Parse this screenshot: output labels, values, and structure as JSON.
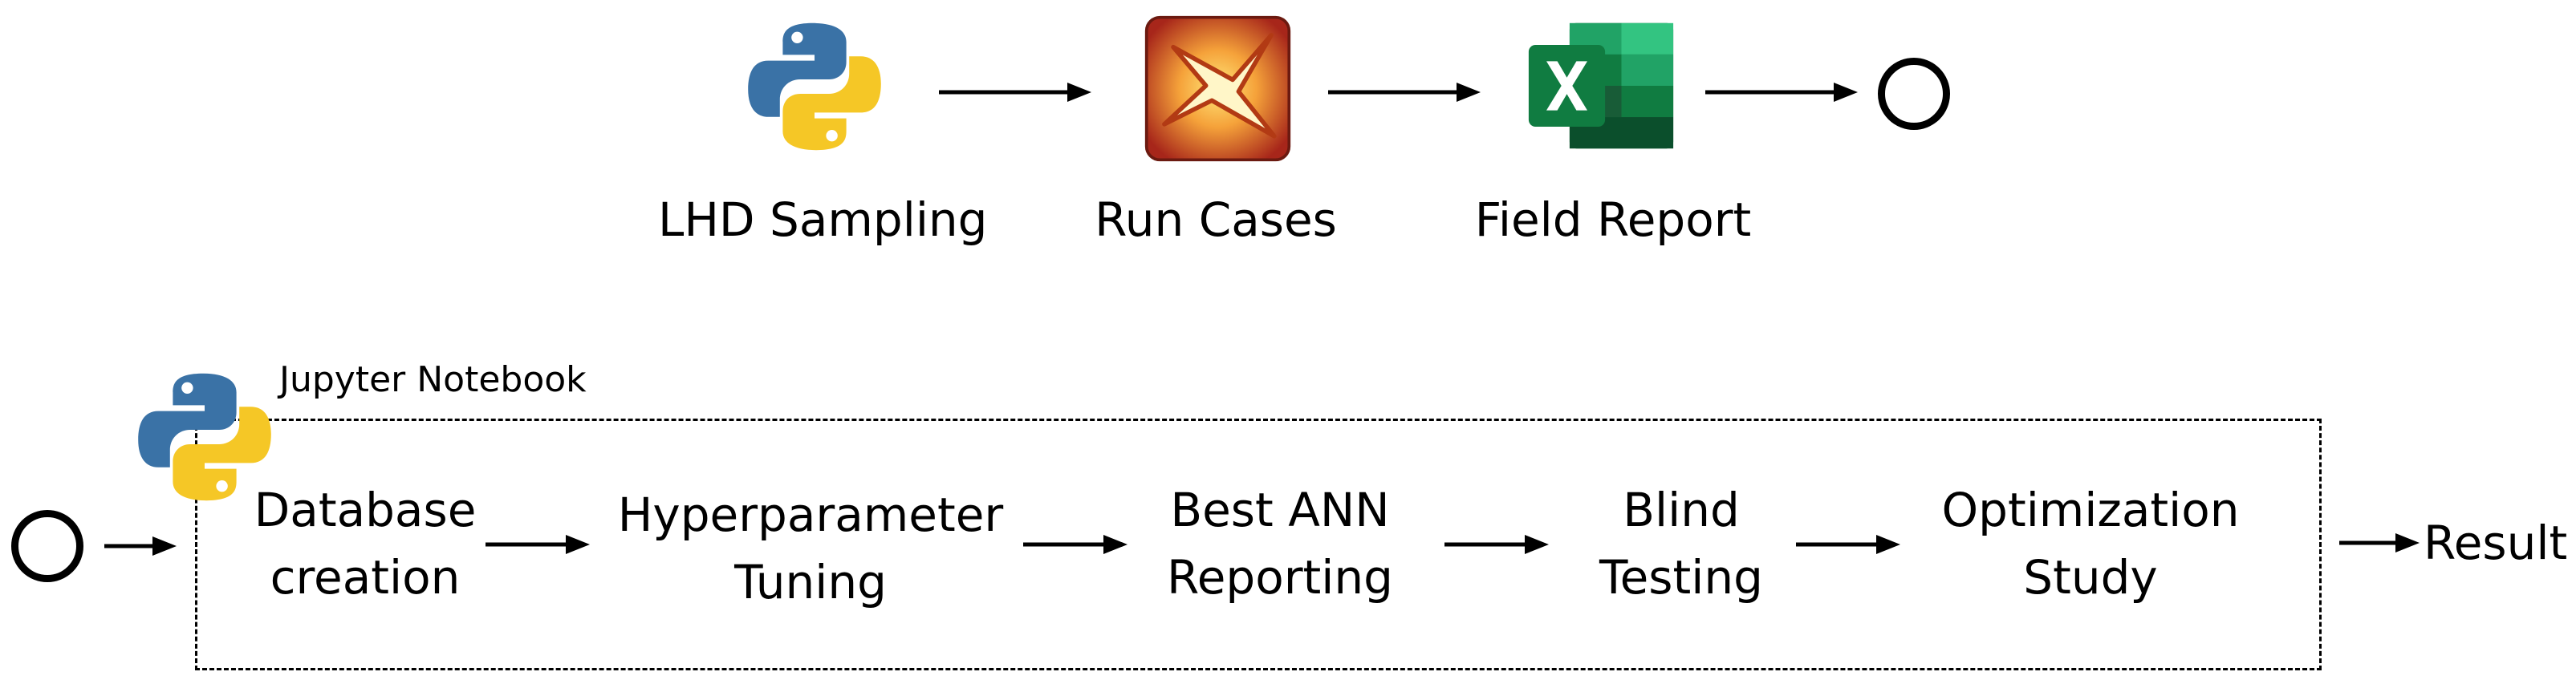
{
  "top_flow": {
    "steps": [
      {
        "label": "LHD Sampling",
        "icon": "python-logo-icon"
      },
      {
        "label": "Run Cases",
        "icon": "simulator-app-icon"
      },
      {
        "label": "Field Report",
        "icon": "excel-icon"
      }
    ],
    "end_icon": "end-circle-icon"
  },
  "bottom_flow": {
    "container_label": "Jupyter Notebook",
    "container_icon": "python-logo-icon",
    "start_icon": "start-circle-icon",
    "steps": [
      {
        "line1": "Database",
        "line2": "creation"
      },
      {
        "line1": "Hyperparameter",
        "line2": "Tuning"
      },
      {
        "line1": "Best ANN",
        "line2": "Reporting"
      },
      {
        "line1": "Blind",
        "line2": "Testing"
      },
      {
        "line1": "Optimization",
        "line2": "Study"
      }
    ],
    "result_label": "Result"
  },
  "colors": {
    "python_blue": "#3a72a6",
    "python_yellow": "#f5c726",
    "excel_green": "#1d7044",
    "excel_light": "#2fa36b",
    "simulator_orange": "#e2732a",
    "simulator_red": "#a7261a",
    "simulator_yellow": "#ffd23c"
  }
}
